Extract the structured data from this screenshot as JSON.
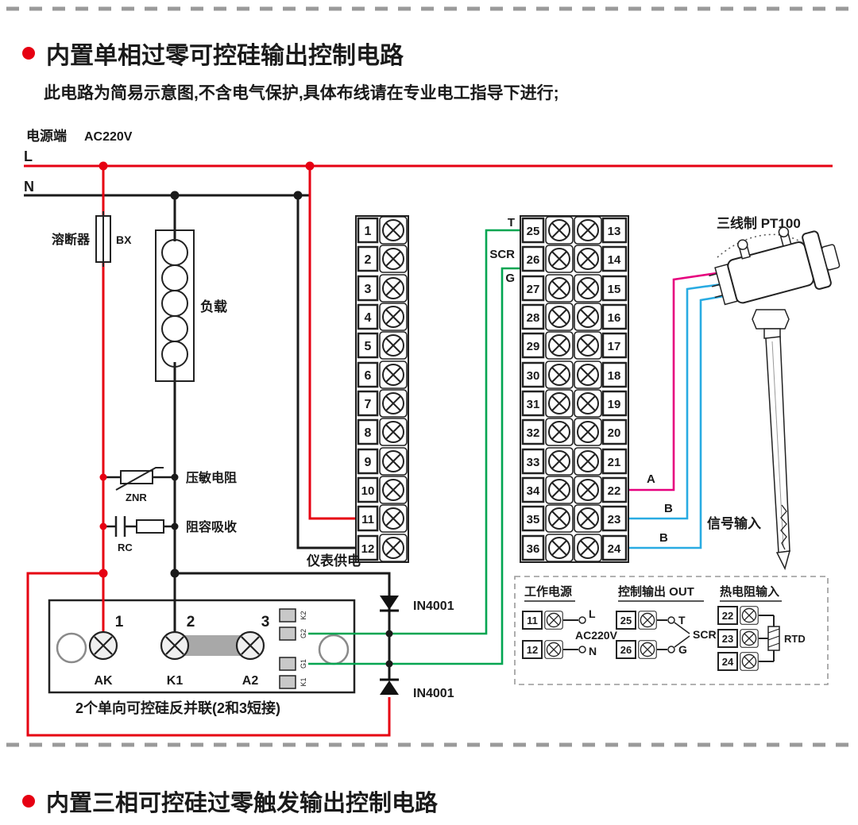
{
  "colors": {
    "red": "#e60012",
    "green": "#00a551",
    "magenta": "#e6007e",
    "cyan": "#29abe2",
    "black": "#1a1a1a",
    "grey": "#999999"
  },
  "sections": {
    "s1_title": "内置单相过零可控硅输出控制电路",
    "s1_note": "此电路为简易示意图,不含电气保护,具体布线请在专业电工指导下进行;",
    "s2_title": "内置三相可控硅过零触发输出控制电路"
  },
  "power": {
    "terminal": "电源端",
    "voltage": "AC220V",
    "l": "L",
    "n": "N"
  },
  "parts": {
    "fuse": "溶断器",
    "fuse_code": "BX",
    "load": "负载",
    "varistor": "压敏电阻",
    "varistor_code": "ZNR",
    "rc": "阻容吸收",
    "rc_code": "RC",
    "meter_supply": "仪表供电",
    "diode_top": "IN4001",
    "diode_bottom": "IN4001",
    "scr_note": "2个单向可控硅反并联(2和3短接)"
  },
  "scr_module": {
    "terminals": [
      "1",
      "2",
      "3"
    ],
    "pads": [
      "AK",
      "K1",
      "A2"
    ],
    "pins": [
      "K2",
      "G2",
      "G1",
      "K1"
    ]
  },
  "blocks": {
    "left": {
      "numbers": [
        "1",
        "2",
        "3",
        "4",
        "5",
        "6",
        "7",
        "8",
        "9",
        "10",
        "11",
        "12"
      ]
    },
    "right": {
      "left_numbers": [
        "25",
        "26",
        "27",
        "28",
        "29",
        "30",
        "31",
        "32",
        "33",
        "34",
        "35",
        "36"
      ],
      "right_numbers": [
        "13",
        "14",
        "15",
        "16",
        "17",
        "18",
        "19",
        "20",
        "21",
        "22",
        "23",
        "24"
      ]
    }
  },
  "signals": {
    "t": "T",
    "scr": "SCR",
    "g": "G",
    "a": "A",
    "b1": "B",
    "b2": "B",
    "input": "信号输入",
    "sensor": "三线制 PT100"
  },
  "info": {
    "power": {
      "title": "工作电源",
      "r1": "11",
      "r2": "12",
      "l": "L",
      "n": "N",
      "v": "AC220V"
    },
    "out": {
      "title": "控制输出 OUT",
      "r1": "25",
      "r2": "26",
      "t": "T",
      "scr": "SCR",
      "g": "G"
    },
    "rtd": {
      "title": "热电阻输入",
      "r1": "22",
      "r2": "23",
      "r3": "24",
      "label": "RTD"
    }
  }
}
